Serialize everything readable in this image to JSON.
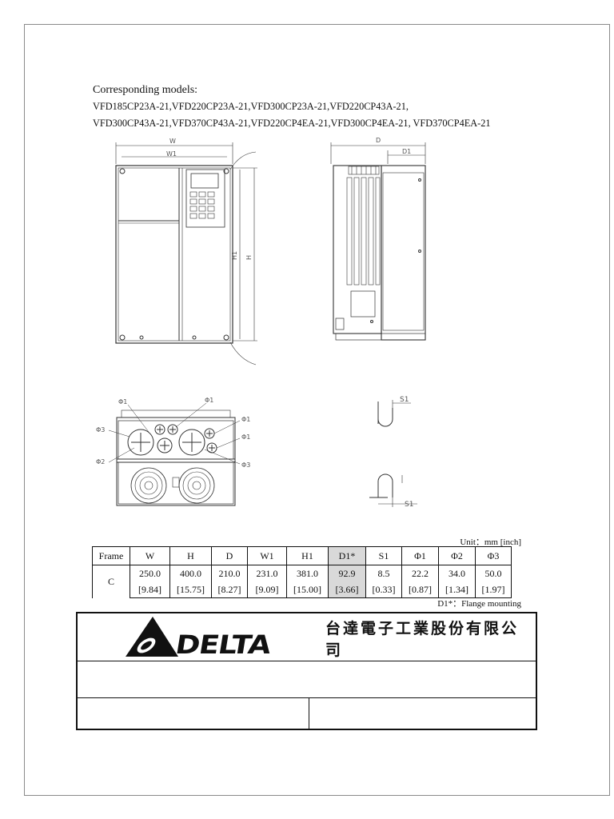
{
  "models": {
    "heading": "Corresponding models:",
    "line1": "VFD185CP23A-21,VFD220CP23A-21,VFD300CP23A-21,VFD220CP43A-21,",
    "line2": "VFD300CP43A-21,VFD370CP43A-21,VFD220CP4EA-21,VFD300CP4EA-21, VFD370CP4EA-21"
  },
  "drawing_labels": {
    "w": "W",
    "w1": "W1",
    "h": "H",
    "h1": "H1",
    "d": "D",
    "d1": "D1",
    "s1": "S1",
    "phi1": "Φ1",
    "phi2": "Φ2",
    "phi3": "Φ3"
  },
  "unit_note": "Unit：mm [inch]",
  "table": {
    "headers": [
      "Frame",
      "W",
      "H",
      "D",
      "W1",
      "H1",
      "D1*",
      "S1",
      "Φ1",
      "Φ2",
      "Φ3"
    ],
    "frame": "C",
    "mm": [
      "250.0",
      "400.0",
      "210.0",
      "231.0",
      "381.0",
      "92.9",
      "8.5",
      "22.2",
      "34.0",
      "50.0"
    ],
    "inch": [
      "[9.84]",
      "[15.75]",
      "[8.27]",
      "[9.09]",
      "[15.00]",
      "[3.66]",
      "[0.33]",
      "[0.87]",
      "[1.34]",
      "[1.97]"
    ],
    "shaded_column": "D1*"
  },
  "flange_note": "D1*：Flange  mounting",
  "title_block": {
    "company_name": "台達電子工業股份有限公司",
    "logo_text": "DELTA"
  }
}
